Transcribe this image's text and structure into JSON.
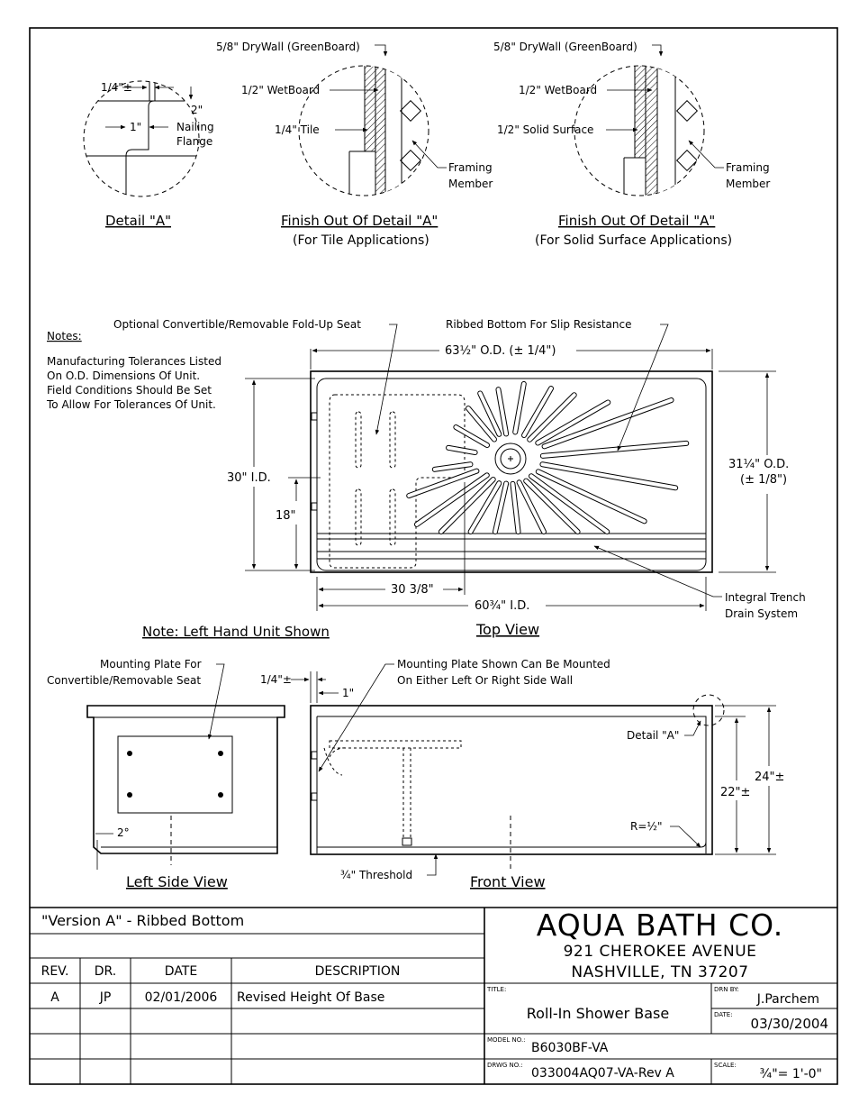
{
  "details": {
    "detail_a": {
      "title": "Detail \"A\"",
      "dim_quarter": "1/4\"±",
      "dim_one": "1\"",
      "dim_two": "2\"",
      "flange_1": "Nailing",
      "flange_2": "Flange"
    },
    "tile": {
      "title": "Finish Out Of Detail \"A\"",
      "subtitle": "(For Tile Applications)",
      "drywall": "5/8\" DryWall (GreenBoard)",
      "wetboard": "1/2\" WetBoard",
      "tile": "1/4\" Tile",
      "framing_1": "Framing",
      "framing_2": "Member"
    },
    "solid": {
      "title": "Finish Out Of Detail \"A\"",
      "subtitle": "(For Solid Surface Applications)",
      "drywall": "5/8\" DryWall (GreenBoard)",
      "wetboard": "1/2\" WetBoard",
      "solid": "1/2\" Solid Surface",
      "framing_1": "Framing",
      "framing_2": "Member"
    }
  },
  "notes": {
    "heading": "Notes:",
    "lines": [
      "Manufacturing Tolerances Listed",
      "On O.D. Dimensions Of Unit.",
      "Field Conditions Should Be Set",
      "To Allow For Tolerances Of Unit."
    ]
  },
  "top_view": {
    "title": "Top View",
    "seat_callout": "Optional Convertible/Removable Fold-Up Seat",
    "ribbed_callout": "Ribbed Bottom For Slip Resistance",
    "od_width": "63½\" O.D. (± 1/4\")",
    "od_depth_1": "31¼\" O.D.",
    "od_depth_2": "(± 1/8\")",
    "id_depth": "30\" I.D.",
    "seat_depth": "18\"",
    "seat_width": "30 3/8\"",
    "id_width": "60¾\" I.D.",
    "trench_1": "Integral Trench",
    "trench_2": "Drain System",
    "hand_note": "Note: Left Hand Unit Shown"
  },
  "side_view": {
    "title": "Left Side View",
    "plate_1": "Mounting Plate For",
    "plate_2": "Convertible/Removable Seat",
    "angle": "2°"
  },
  "front_view": {
    "title": "Front View",
    "mount_1": "Mounting Plate Shown Can Be Mounted",
    "mount_2": "On Either Left Or Right Side Wall",
    "dim_quarter": "1/4\"±",
    "dim_one": "1\"",
    "detail_ref": "Detail \"A\"",
    "height_22": "22\"±",
    "height_24": "24\"±",
    "radius": "R=½\"",
    "threshold": "¾\" Threshold"
  },
  "title_block": {
    "version": "\"Version A\" - Ribbed Bottom",
    "company": "AQUA BATH CO.",
    "address_1": "921 CHEROKEE AVENUE",
    "address_2": "NASHVILLE, TN 37207",
    "rev_headers": [
      "REV.",
      "DR.",
      "DATE",
      "DESCRIPTION"
    ],
    "rev_rows": [
      {
        "rev": "A",
        "dr": "JP",
        "date": "02/01/2006",
        "desc": "Revised Height Of Base"
      }
    ],
    "title_label": "TITLE:",
    "title": "Roll-In Shower Base",
    "drn_label": "DRN BY:",
    "drn": "J.Parchem",
    "date_label": "DATE:",
    "date": "03/30/2004",
    "model_label": "MODEL NO.:",
    "model": "B6030BF-VA",
    "dwg_label": "DRWG NO.:",
    "dwg": "033004AQ07-VA-Rev A",
    "scale_label": "SCALE:",
    "scale": "¾\"= 1'-0\""
  }
}
